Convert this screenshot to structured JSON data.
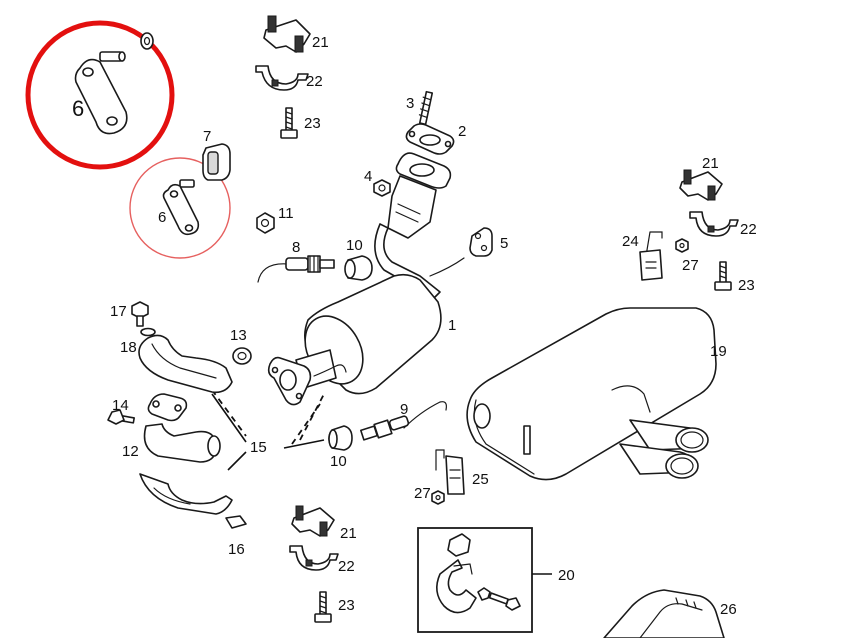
{
  "colors": {
    "highlight_circle": "#e3100f",
    "highlight_circle_small": "#e6605f",
    "line": "#1a1a1a"
  },
  "callouts": {
    "p1": "1",
    "p2": "2",
    "p3": "3",
    "p4": "4",
    "p5": "5",
    "p6_zoom": "6",
    "p6": "6",
    "p7": "7",
    "p8": "8",
    "p9": "9",
    "p10_a": "10",
    "p10_b": "10",
    "p11": "11",
    "p12": "12",
    "p13": "13",
    "p14": "14",
    "p15": "15",
    "p16": "16",
    "p17": "17",
    "p18": "18",
    "p19": "19",
    "p20": "20",
    "p21_a": "21",
    "p21_b": "21",
    "p21_c": "21",
    "p22_a": "22",
    "p22_b": "22",
    "p22_c": "22",
    "p23_a": "23",
    "p23_b": "23",
    "p23_c": "23",
    "p24": "24",
    "p25": "25",
    "p26": "26",
    "p27_a": "27",
    "p27_b": "27"
  }
}
